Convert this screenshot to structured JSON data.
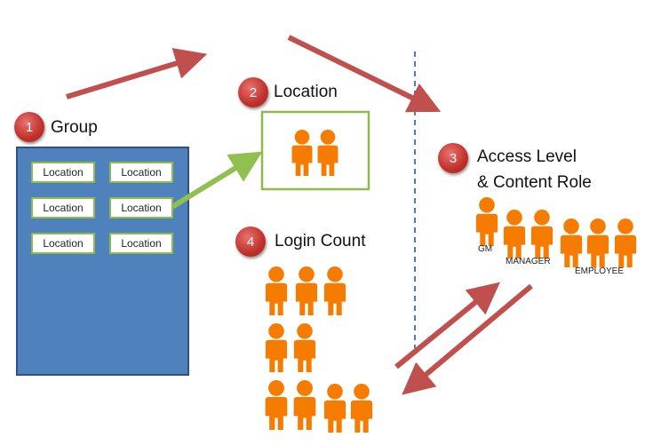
{
  "badges": {
    "group": "1",
    "location": "2",
    "access": "3",
    "login": "4"
  },
  "labels": {
    "group": "Group",
    "location": "Location",
    "access_line1": "Access Level",
    "access_line2": "& Content Role",
    "login": "Login Count"
  },
  "group_locations": [
    "Location",
    "Location",
    "Location",
    "Location",
    "Location",
    "Location"
  ],
  "roles": {
    "gm": "GM",
    "manager": "MANAGER",
    "employee": "EMPLOYEE"
  },
  "colors": {
    "group_fill": "#4f81bd",
    "location_border": "#8dbb4d",
    "arrow_red": "#c0504d",
    "arrow_green": "#92c050",
    "person": "#f57c00",
    "divider": "#4a7fb5"
  }
}
